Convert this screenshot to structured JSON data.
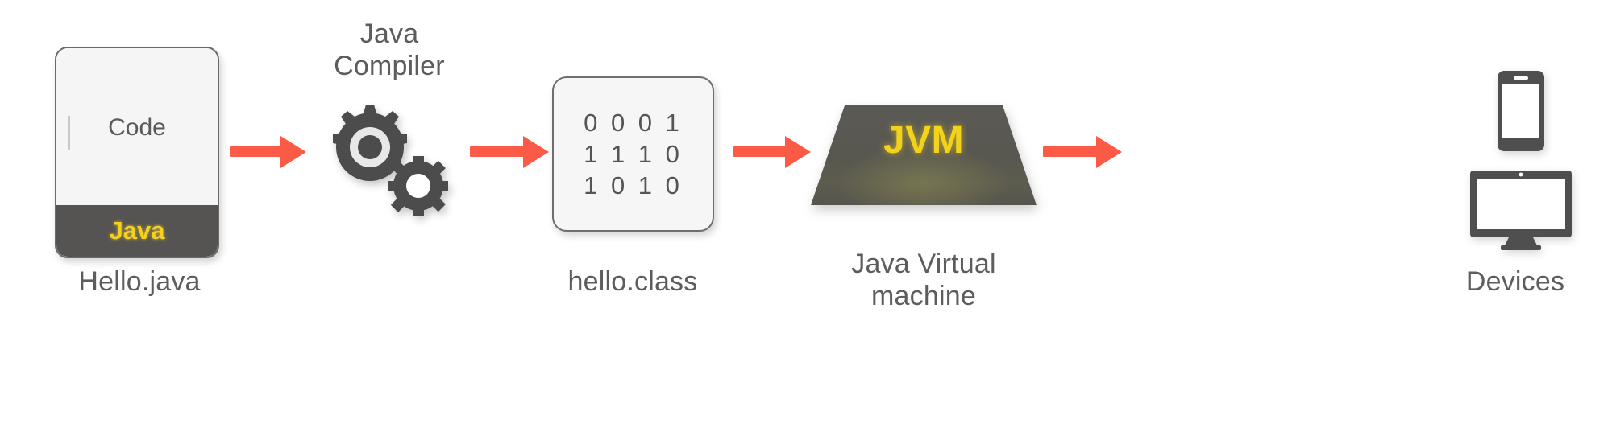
{
  "diagram": {
    "title": "Java compilation and execution pipeline",
    "background": "#ffffff",
    "accent_arrow_color": "#fa5a46",
    "dark_fill": "#555453",
    "highlight_yellow": "#f3d31a",
    "text_color": "#5d5d5d"
  },
  "source_card": {
    "code_label": "Code",
    "language_badge": "Java",
    "caption": "Hello.java"
  },
  "compiler": {
    "caption": "Java\nCompiler",
    "icon": "gears-icon"
  },
  "bytecode": {
    "lines": [
      "0 0 0 1",
      "1 1 1 0",
      "1 0 1 0"
    ],
    "caption": "hello.class"
  },
  "jvm": {
    "label": "JVM",
    "caption": "Java Virtual\nmachine"
  },
  "devices": {
    "caption": "Devices",
    "icons": [
      "smartphone-icon",
      "desktop-monitor-icon"
    ]
  },
  "arrows": [
    {
      "name": "arrow-source-to-compiler"
    },
    {
      "name": "arrow-compiler-to-bytecode"
    },
    {
      "name": "arrow-bytecode-to-jvm"
    },
    {
      "name": "arrow-jvm-to-devices"
    }
  ]
}
